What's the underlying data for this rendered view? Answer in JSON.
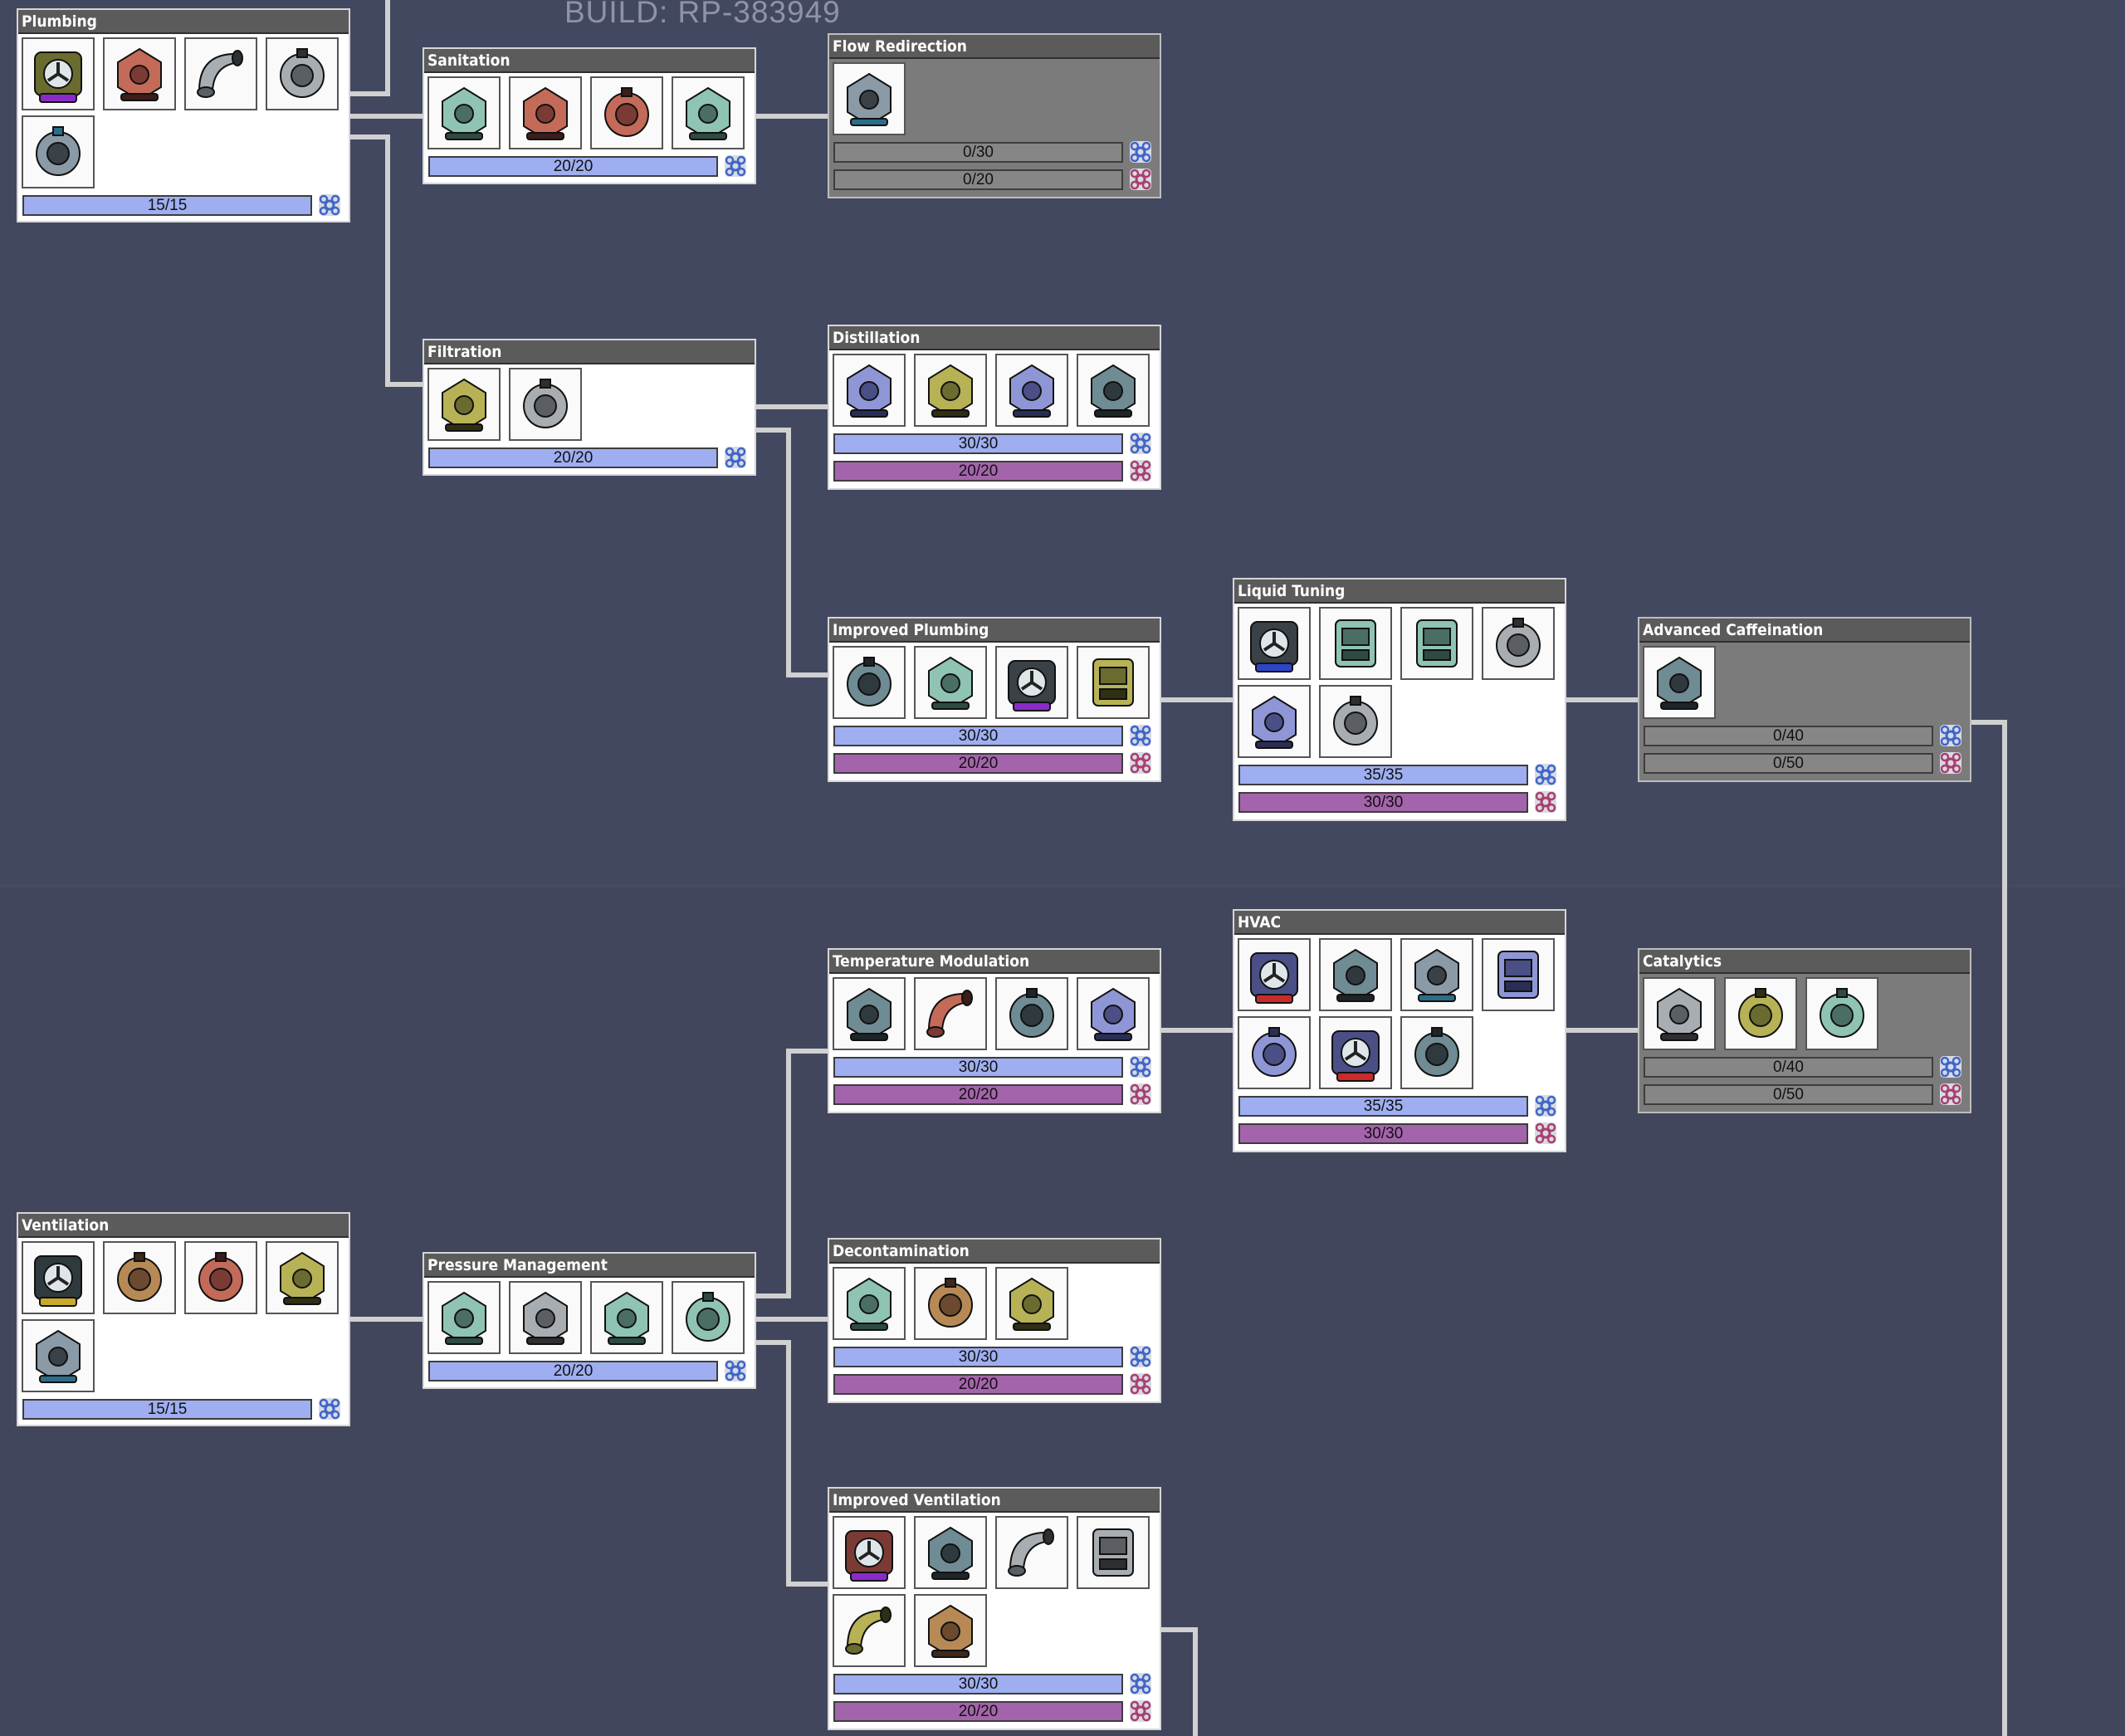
{
  "build_label": "BUILD: RP-383949",
  "colors": {
    "background_upper": "#434861",
    "background_lower": "#41465d",
    "link_line": "#d0d0d0",
    "title_bar": "#5b5b5b",
    "bar_blue": "#9eaef0",
    "bar_purple": "#a464ab",
    "locked_panel": "#7b7b7b"
  },
  "research_icons": {
    "blue": "basic-research-icon",
    "purple": "advanced-research-icon"
  },
  "nodes": [
    {
      "id": "plumbing",
      "title": "Plumbing",
      "locked": false,
      "items": [
        "liquid-pump-icon",
        "liquid-bridge-icon",
        "liquid-pipe-icon",
        "liquid-valve-icon",
        "liquid-vent-icon"
      ],
      "bars": [
        {
          "type": "blue",
          "current": 15,
          "total": 15,
          "label": "15/15"
        }
      ]
    },
    {
      "id": "sanitation",
      "title": "Sanitation",
      "locked": false,
      "items": [
        "wash-basin-icon",
        "shower-icon",
        "lavatory-icon",
        "sink-icon"
      ],
      "bars": [
        {
          "type": "blue",
          "current": 20,
          "total": 20,
          "label": "20/20"
        }
      ]
    },
    {
      "id": "flow-redirection",
      "title": "Flow Redirection",
      "locked": true,
      "items": [
        "flow-redirector-icon"
      ],
      "bars": [
        {
          "type": "blue",
          "current": 0,
          "total": 30,
          "label": "0/30"
        },
        {
          "type": "purple",
          "current": 0,
          "total": 20,
          "label": "0/20"
        }
      ]
    },
    {
      "id": "filtration",
      "title": "Filtration",
      "locked": false,
      "items": [
        "liquid-filter-icon",
        "pipe-filter-icon"
      ],
      "bars": [
        {
          "type": "blue",
          "current": 20,
          "total": 20,
          "label": "20/20"
        }
      ]
    },
    {
      "id": "distillation",
      "title": "Distillation",
      "locked": false,
      "items": [
        "water-sieve-icon",
        "distillery-icon",
        "desalinator-icon",
        "bottler-icon"
      ],
      "bars": [
        {
          "type": "blue",
          "current": 30,
          "total": 30,
          "label": "30/30"
        },
        {
          "type": "purple",
          "current": 20,
          "total": 20,
          "label": "20/20"
        }
      ]
    },
    {
      "id": "improved-plumbing",
      "title": "Improved Plumbing",
      "locked": false,
      "items": [
        "insulated-pipe-icon",
        "liquid-tank-icon",
        "mechanical-pump-icon",
        "pipe-valve-icon"
      ],
      "bars": [
        {
          "type": "blue",
          "current": 30,
          "total": 30,
          "label": "30/30"
        },
        {
          "type": "purple",
          "current": 20,
          "total": 20,
          "label": "20/20"
        }
      ]
    },
    {
      "id": "liquid-tuning",
      "title": "Liquid Tuning",
      "locked": false,
      "items": [
        "blue-liquid-pump-icon",
        "liquid-sensor-icon",
        "liquid-thermo-sensor-icon",
        "liquid-conditioner-icon",
        "radiant-pipe-icon",
        "heater-coil-icon"
      ],
      "bars": [
        {
          "type": "blue",
          "current": 35,
          "total": 35,
          "label": "35/35"
        },
        {
          "type": "purple",
          "current": 30,
          "total": 30,
          "label": "30/30"
        }
      ]
    },
    {
      "id": "advanced-caffeination",
      "title": "Advanced Caffeination",
      "locked": true,
      "items": [
        "espresso-machine-icon"
      ],
      "bars": [
        {
          "type": "blue",
          "current": 0,
          "total": 40,
          "label": "0/40"
        },
        {
          "type": "purple",
          "current": 0,
          "total": 50,
          "label": "0/50"
        }
      ]
    },
    {
      "id": "hvac",
      "title": "HVAC",
      "locked": false,
      "items": [
        "red-gas-pump-icon",
        "thermo-aquatuner-icon",
        "gas-sensor-icon",
        "gas-thermo-sensor-icon",
        "insulated-gas-pipe-icon",
        "gas-pump-red-icon",
        "gas-valve-icon"
      ],
      "bars": [
        {
          "type": "blue",
          "current": 35,
          "total": 35,
          "label": "35/35"
        },
        {
          "type": "purple",
          "current": 30,
          "total": 30,
          "label": "30/30"
        }
      ]
    },
    {
      "id": "temperature-modulation",
      "title": "Temperature Modulation",
      "locked": false,
      "items": [
        "space-heater-icon",
        "ice-maker-icon",
        "insulated-tile-icon",
        "heat-wreath-icon"
      ],
      "bars": [
        {
          "type": "blue",
          "current": 30,
          "total": 30,
          "label": "30/30"
        },
        {
          "type": "purple",
          "current": 20,
          "total": 20,
          "label": "20/20"
        }
      ]
    },
    {
      "id": "catalytics",
      "title": "Catalytics",
      "locked": true,
      "items": [
        "steam-engine-icon",
        "radiator-panel-icon",
        "oxylite-refinery-icon"
      ],
      "bars": [
        {
          "type": "blue",
          "current": 0,
          "total": 40,
          "label": "0/40"
        },
        {
          "type": "purple",
          "current": 0,
          "total": 50,
          "label": "0/50"
        }
      ]
    },
    {
      "id": "ventilation",
      "title": "Ventilation",
      "locked": false,
      "items": [
        "gas-pump-icon",
        "gas-bridge-icon",
        "gas-pipe-icon",
        "gas-vent-icon",
        "gas-shelf-icon"
      ],
      "bars": [
        {
          "type": "blue",
          "current": 15,
          "total": 15,
          "label": "15/15"
        }
      ]
    },
    {
      "id": "pressure-management",
      "title": "Pressure Management",
      "locked": false,
      "items": [
        "airflow-tile-icon",
        "gas-shutoff-icon",
        "gas-canister-icon",
        "gas-reservoir-icon"
      ],
      "bars": [
        {
          "type": "blue",
          "current": 20,
          "total": 20,
          "label": "20/20"
        }
      ]
    },
    {
      "id": "decontamination",
      "title": "Decontamination",
      "locked": false,
      "items": [
        "hand-sanitizer-icon",
        "disinfection-lab-icon",
        "hazard-door-icon"
      ],
      "bars": [
        {
          "type": "blue",
          "current": 30,
          "total": 30,
          "label": "30/30"
        },
        {
          "type": "purple",
          "current": 20,
          "total": 20,
          "label": "20/20"
        }
      ]
    },
    {
      "id": "improved-ventilation",
      "title": "Improved Ventilation",
      "locked": false,
      "items": [
        "high-pressure-vent-icon",
        "gas-filter-icon",
        "gas-element-sensor-icon",
        "vent-grate-icon",
        "insulated-gas-elbow-icon",
        "gas-pressure-gauge-icon"
      ],
      "bars": [
        {
          "type": "blue",
          "current": 30,
          "total": 30,
          "label": "30/30"
        },
        {
          "type": "purple",
          "current": 20,
          "total": 20,
          "label": "20/20"
        }
      ]
    }
  ]
}
